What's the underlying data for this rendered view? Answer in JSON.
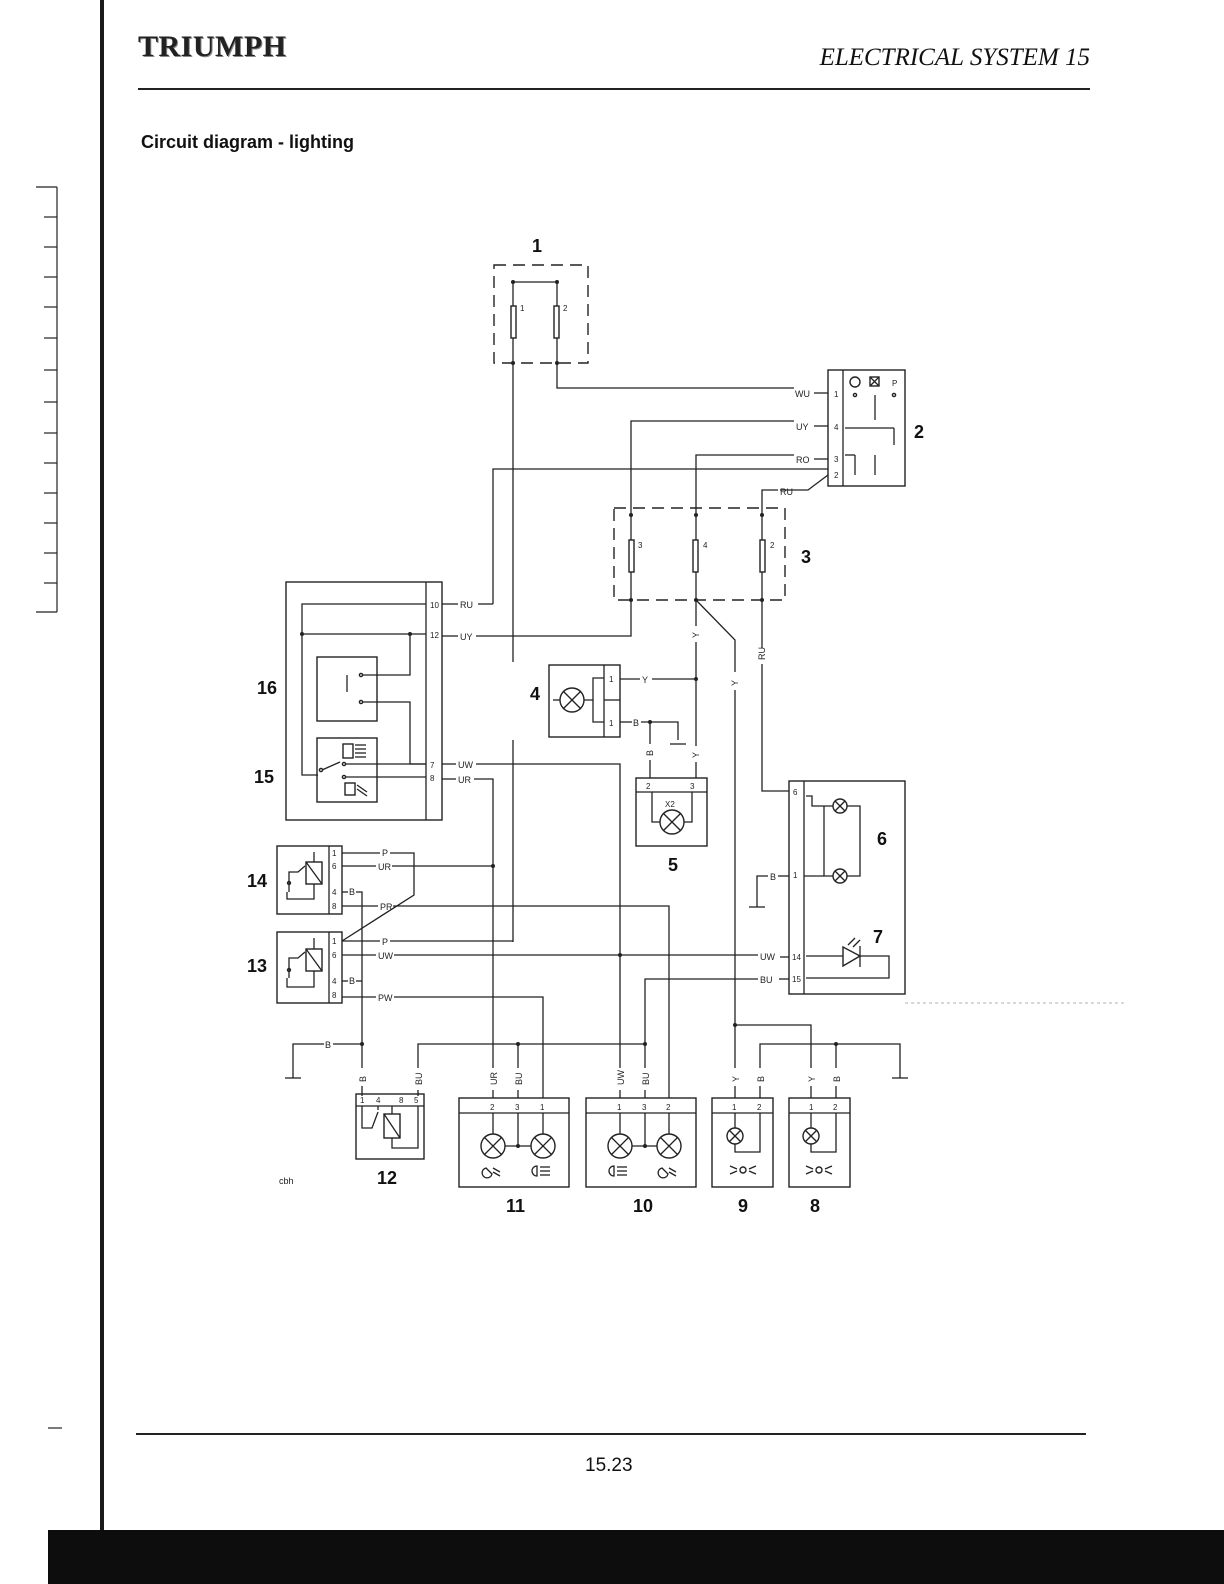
{
  "header": {
    "logo_text": "TRIUMPH",
    "section_title": "ELECTRICAL SYSTEM 15"
  },
  "page_heading": "Circuit diagram - lighting",
  "footer": {
    "page_number": "15.23",
    "artist_mark": "cbh"
  },
  "components": {
    "c1": "1",
    "c2": "2",
    "c3": "3",
    "c4": "4",
    "c5": "5",
    "c6": "6",
    "c7": "7",
    "c8": "8",
    "c9": "9",
    "c10": "10",
    "c11": "11",
    "c12": "12",
    "c13": "13",
    "c14": "14",
    "c15": "15",
    "c16": "16"
  },
  "wire_labels": {
    "WU": "WU",
    "UY": "UY",
    "RO": "RO",
    "RU": "RU",
    "Y": "Y",
    "B": "B",
    "UW": "UW",
    "UR": "UR",
    "P": "P",
    "PR": "PR",
    "PW": "PW",
    "BU": "BU"
  },
  "pins": {
    "p1": "1",
    "p2": "2",
    "p3": "3",
    "p4": "4",
    "p5": "5",
    "p6": "6",
    "p7": "7",
    "p8": "8",
    "p10": "10",
    "p12": "12",
    "p14": "14",
    "p15": "15",
    "x2": "X2",
    "p_switch": "P"
  }
}
